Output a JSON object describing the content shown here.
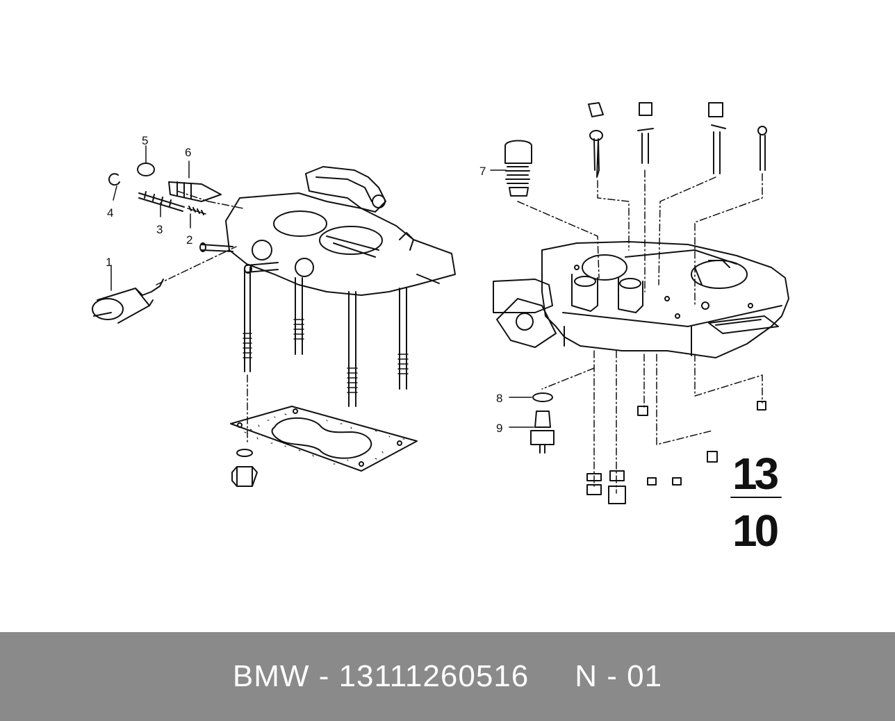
{
  "colors": {
    "footer_bg": "#8a8a8a",
    "footer_text": "#ffffff",
    "ink": "#111111"
  },
  "footer": {
    "brand": "BMW",
    "separator": "-",
    "part_number": "13111260516",
    "note": "N - 01"
  },
  "diagram": {
    "group_number": "13",
    "page_number": "10",
    "callouts": {
      "c1": "1",
      "c2": "2",
      "c3": "3",
      "c4": "4",
      "c5": "5",
      "c6": "6",
      "c7": "7",
      "c8": "8",
      "c9": "9"
    }
  }
}
